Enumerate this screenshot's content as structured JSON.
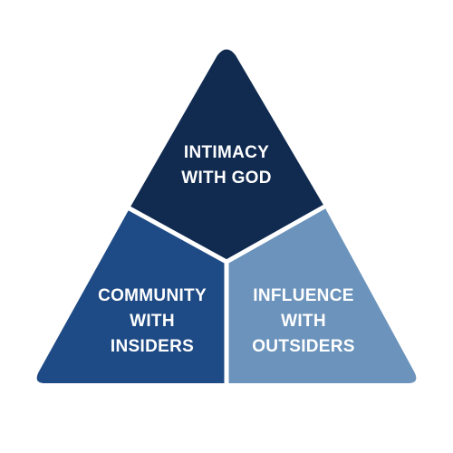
{
  "colors": {
    "top": "#102a50",
    "left": "#1e4a85",
    "right": "#6b93bb",
    "divider": "#ffffff",
    "text": "#ffffff"
  },
  "sections": {
    "top": {
      "line1": "INTIMACY",
      "line2": "WITH GOD"
    },
    "left": {
      "line1": "COMMUNITY",
      "line2": "WITH",
      "line3": "INSIDERS"
    },
    "right": {
      "line1": "INFLUENCE",
      "line2": "WITH",
      "line3": "OUTSIDERS"
    }
  }
}
